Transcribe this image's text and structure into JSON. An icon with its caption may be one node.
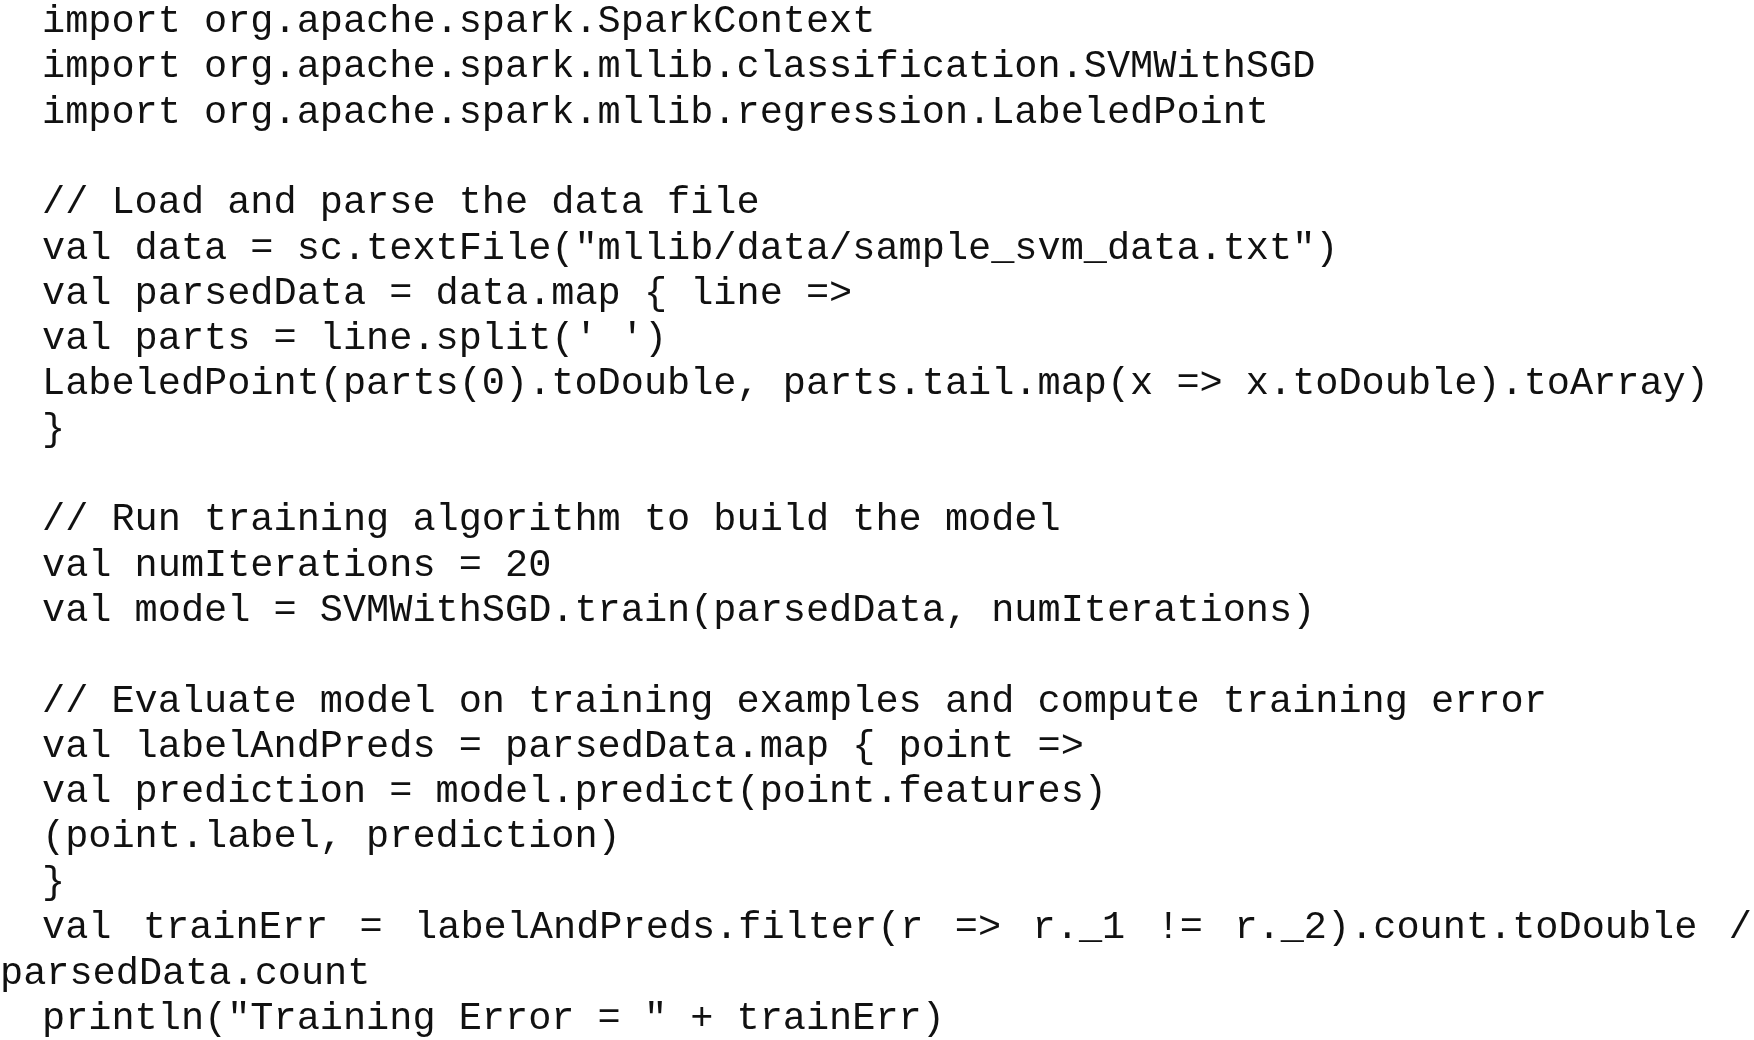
{
  "diagram": {
    "labels": [
      "import org.apache.spark.SparkContext",
      "import org.apache.spark.mllib.classification.SVMWithSGD",
      "import org.apache.spark.mllib.regression.LabeledPoint",
      "// Load and parse the data file",
      "val data = sc.textFile(\"mllib/data/sample_svm_data.txt\")",
      "val parsedData = data.map { line =>",
      "val parts = line.split(' ')",
      "LabeledPoint(parts(0).toDouble, parts.tail.map(x => x.toDouble).toArray)",
      "}",
      "// Run training algorithm to build the model",
      "val numIterations = 20",
      "val model = SVMWithSGD.train(parsedData, numIterations)",
      "// Evaluate model on training examples and compute training error",
      "val labelAndPreds = parsedData.map { point =>",
      "val prediction = model.predict(point.features)",
      "(point.label, prediction)",
      "}",
      "val trainErr = labelAndPreds.filter(r => r._1 != r._2).count.toDouble / parsedData.count",
      "println(\"Training Error = \" + trainErr)"
    ]
  }
}
